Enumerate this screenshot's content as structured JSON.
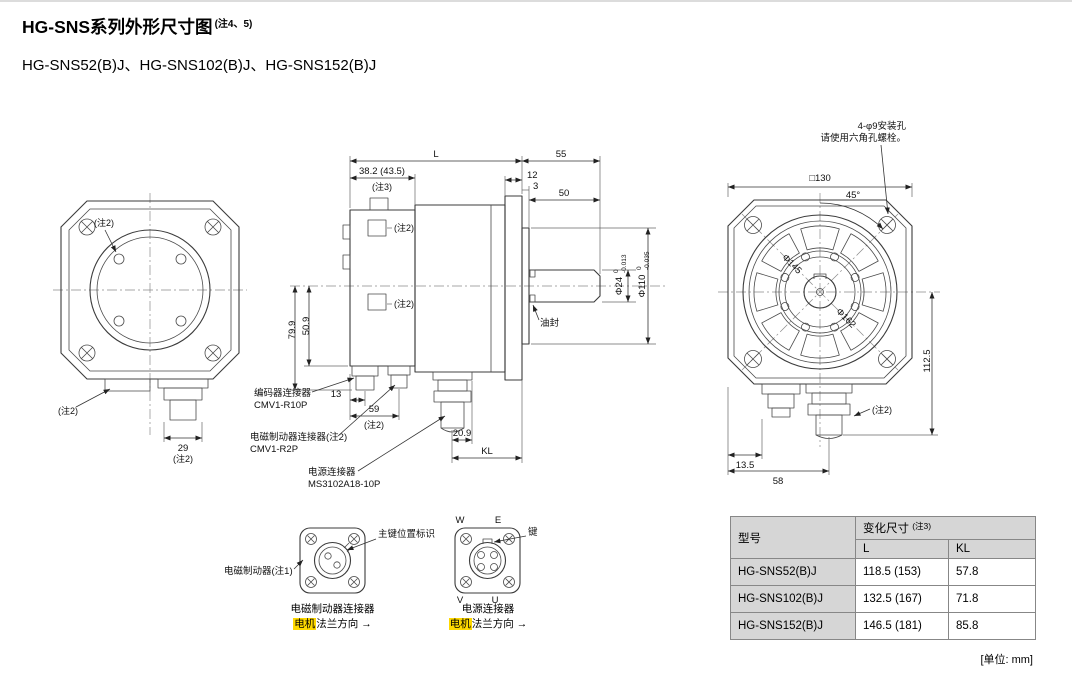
{
  "page": {
    "title": "HG-SNS系列外形尺寸图",
    "title_note": "(注4、5)",
    "subtitle": "HG-SNS52(B)J、HG-SNS102(B)J、HG-SNS152(B)J",
    "unit_note": "[单位: mm]"
  },
  "rear_view": {
    "note2_top": "(注2)",
    "note2_bottom_left": "(注2)",
    "dim_29": "29",
    "dim_29_note": "(注2)"
  },
  "side_view": {
    "dim_L": "L",
    "dim_55": "55",
    "dim_38_2": "38.2 (43.5)",
    "dim_38_2_note": "(注3)",
    "dim_12": "12",
    "dim_3": "3",
    "dim_50": "50",
    "shaft_dia": "Φ24",
    "shaft_tol_upper": "0",
    "shaft_tol_lower": "-0.013",
    "spigot_dia": "Φ110",
    "spigot_tol_upper": "0",
    "spigot_tol_lower": "-0.035",
    "oil_seal_label": "油封",
    "note2_upper": "(注2)",
    "note2_lower": "(注2)",
    "dim_79_9": "79.9",
    "dim_50_9": "50.9",
    "dim_13": "13",
    "dim_59": "59",
    "dim_59_note": "(注2)",
    "dim_20_9": "20.9",
    "dim_KL": "KL",
    "encoder_connector_label": "编码器连接器",
    "encoder_connector_model": "CMV1-R10P",
    "brake_connector_label": "电磁制动器连接器(注2)",
    "brake_connector_model": "CMV1-R2P",
    "power_connector_label": "电源连接器",
    "power_connector_model": "MS3102A18-10P"
  },
  "front_view": {
    "mount_note_line1": "4-φ9安装孔",
    "mount_note_line2": "请使用六角孔螺栓。",
    "dim_square": "□130",
    "dim_angle": "45°",
    "dim_pcd": "Φ145",
    "dim_corner": "Φ162",
    "dim_112_5": "112.5",
    "dim_13_5": "13.5",
    "dim_58": "58",
    "note2": "(注2)"
  },
  "brake_detail": {
    "key_mark_label": "主键位置标识",
    "brake_label": "电磁制动器(注1)",
    "caption": "电磁制动器连接器",
    "dir_highlight": "电机",
    "dir_rest": "法兰方向",
    "dir_arrow": "→"
  },
  "power_detail": {
    "pin_w": "W",
    "pin_e": "E",
    "pin_v": "V",
    "pin_u": "U",
    "key_label": "键",
    "caption": "电源连接器",
    "dir_highlight": "电机",
    "dir_rest": "法兰方向",
    "dir_arrow": "→"
  },
  "table": {
    "header_model": "型号",
    "header_dims": "变化尺寸",
    "header_dims_note": "(注3)",
    "col_L": "L",
    "col_KL": "KL",
    "rows": [
      {
        "model": "HG-SNS52(B)J",
        "L": "118.5 (153)",
        "KL": "57.8"
      },
      {
        "model": "HG-SNS102(B)J",
        "L": "132.5 (167)",
        "KL": "71.8"
      },
      {
        "model": "HG-SNS152(B)J",
        "L": "146.5 (181)",
        "KL": "85.8"
      }
    ]
  },
  "colors": {
    "highlight": "#ffd900",
    "line": "#3b3b3b",
    "table_header_bg": "#d6d6d6"
  }
}
